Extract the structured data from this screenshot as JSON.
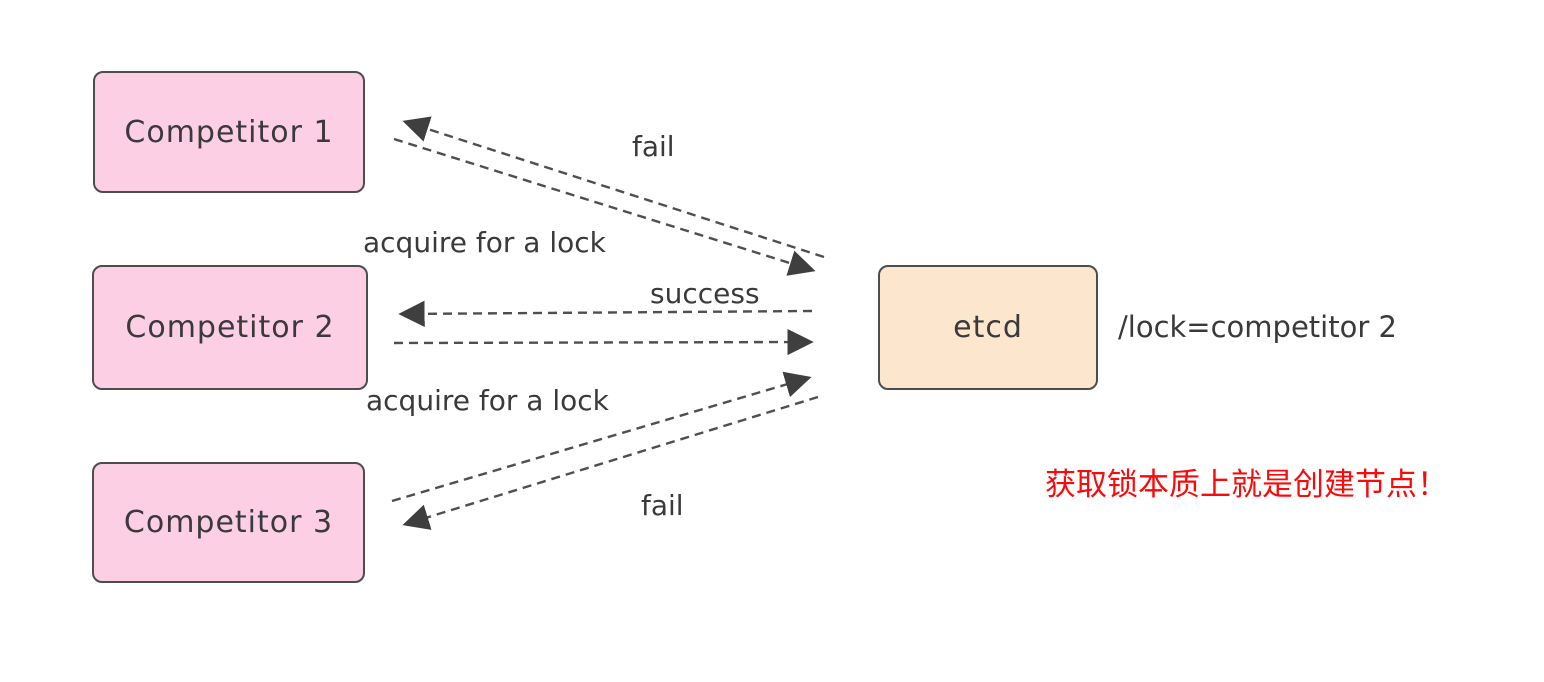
{
  "diagram": {
    "nodes": [
      {
        "id": "competitor1",
        "label": "Competitor 1"
      },
      {
        "id": "competitor2",
        "label": "Competitor 2"
      },
      {
        "id": "competitor3",
        "label": "Competitor 3"
      },
      {
        "id": "etcd",
        "label": "etcd"
      }
    ],
    "edges": [
      {
        "from": "competitor1",
        "to": "etcd",
        "label": "acquire for a lock",
        "direction": "request"
      },
      {
        "from": "etcd",
        "to": "competitor1",
        "label": "fail",
        "direction": "response"
      },
      {
        "from": "competitor2",
        "to": "etcd",
        "label": "acquire for a lock",
        "direction": "request"
      },
      {
        "from": "etcd",
        "to": "competitor2",
        "label": "success",
        "direction": "response"
      },
      {
        "from": "competitor3",
        "to": "etcd",
        "label": "acquire for a lock",
        "direction": "request"
      },
      {
        "from": "etcd",
        "to": "competitor3",
        "label": "fail",
        "direction": "response"
      }
    ],
    "edge_labels": {
      "fail_top": "fail",
      "acquire_top": "acquire for a lock",
      "success": "success",
      "acquire_bottom": "acquire for a lock",
      "fail_bottom": "fail"
    },
    "annotations": {
      "lock_value": "/lock=competitor 2",
      "note": "获取锁本质上就是创建节点！"
    },
    "colors": {
      "competitor_fill": "#fdcfe5",
      "etcd_fill": "#fce6cd",
      "box_border": "#4d4d4d",
      "arrow_line": "#4f4f4f",
      "text": "#3a3a3a",
      "note_red": "#fa0b0b",
      "background": "#ffffff"
    }
  }
}
